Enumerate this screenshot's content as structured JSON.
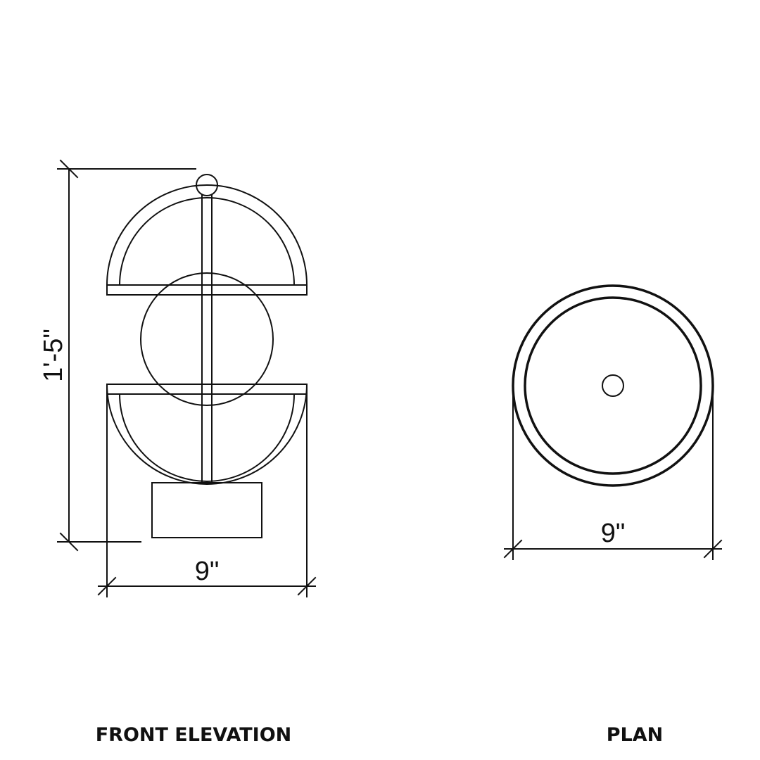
{
  "views": {
    "front_elevation": {
      "title": "FRONT ELEVATION",
      "height_dim": "1'-5\"",
      "width_dim": "9\""
    },
    "plan": {
      "title": "PLAN",
      "diameter_dim": "9\""
    }
  }
}
